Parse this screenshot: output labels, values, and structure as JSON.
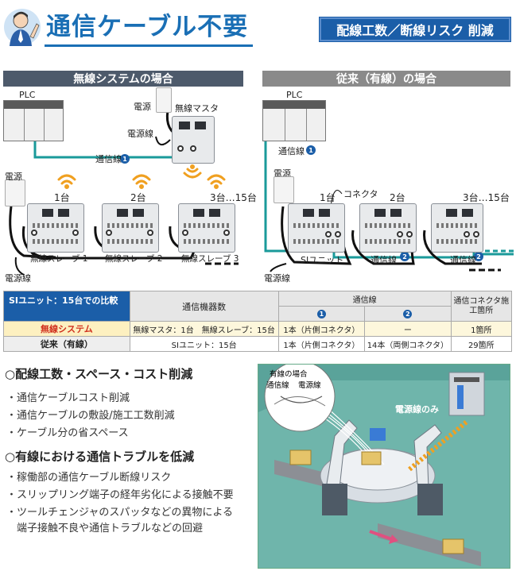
{
  "header": {
    "title": "通信ケーブル不要",
    "badge": "配線工数／断線リスク 削減"
  },
  "left": {
    "section_title": "無線システムの場合",
    "plc": "PLC",
    "power1": "電源",
    "master": "無線マスタ",
    "power_line1": "電源線",
    "comm_line": "通信線",
    "comm_num": "1",
    "power2": "電源",
    "units": [
      "1台",
      "2台",
      "3台…15台"
    ],
    "slaves": [
      "無線スレーブ 1",
      "無線スレーブ 2",
      "無線スレーブ 3"
    ],
    "power_line2": "電源線"
  },
  "right": {
    "section_title": "従来（有線）の場合",
    "plc": "PLC",
    "comm_line": "通信線",
    "comm_num": "1",
    "power": "電源",
    "connector": "コネクタ",
    "units": [
      "1台",
      "2台",
      "3台…15台"
    ],
    "si_unit": "SIユニット",
    "comm2a": "通信線",
    "comm2b": "通信線",
    "comm2_num": "2",
    "power_line": "電源線"
  },
  "table": {
    "title": "SIユニット：15台での比較",
    "h_devices": "通信機器数",
    "h_comm": "通信線",
    "h_c1": "1",
    "h_c2": "2",
    "h_conn": "通信コネクタ施工箇所",
    "rows": [
      {
        "label": "無線システム",
        "devices": "無線マスタ：1台　無線スレーブ：15台",
        "c1": "1本（片側コネクタ）",
        "c2": "ー",
        "conn": "1箇所"
      },
      {
        "label": "従来（有線）",
        "devices": "SIユニット：15台",
        "c1": "1本（片側コネクタ）",
        "c2": "14本（両側コネクタ）",
        "conn": "29箇所"
      }
    ]
  },
  "benefits": [
    {
      "heading": "○配線工数・スペース・コスト削減",
      "items": [
        "・通信ケーブルコスト削減",
        "・通信ケーブルの敷設/施工工数削減",
        "・ケーブル分の省スペース"
      ]
    },
    {
      "heading": "○有線における通信トラブルを低減",
      "items": [
        "・稼働部の通信ケーブル断線リスク",
        "・スリップリング端子の経年劣化による接触不要",
        "・ツールチェンジャのスパッタなどの異物による",
        "　端子接触不良や通信トラブルなどの回避"
      ]
    }
  ],
  "illustration": {
    "callout_title": "有線の場合",
    "callout_a": "通信線",
    "callout_b": "電源線",
    "wireless_label": "電源線のみ"
  },
  "colors": {
    "brand": "#1a6fb5",
    "badge": "#1b5ea8",
    "left_bar": "#4d5a6b",
    "right_bar": "#8a8a8a",
    "comm_line": "#1a9a9a",
    "wireless": "#f0a020",
    "highlight": "#d0301e"
  }
}
